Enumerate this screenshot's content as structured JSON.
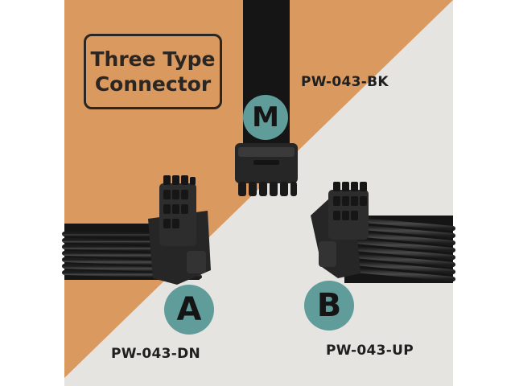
{
  "title": {
    "line1": "Three Type",
    "line2": "Connector"
  },
  "connectors": [
    {
      "badge": "M",
      "model": "PW-043-BK"
    },
    {
      "badge": "A",
      "model": "PW-043-DN"
    },
    {
      "badge": "B",
      "model": "PW-043-UP"
    }
  ],
  "colors": {
    "background_orange": "#d9995f",
    "background_gray": "#e6e4e1",
    "badge_teal": "#5f9c9a",
    "cable_black": "#2e2e2e",
    "text_dark": "#2c2622"
  }
}
